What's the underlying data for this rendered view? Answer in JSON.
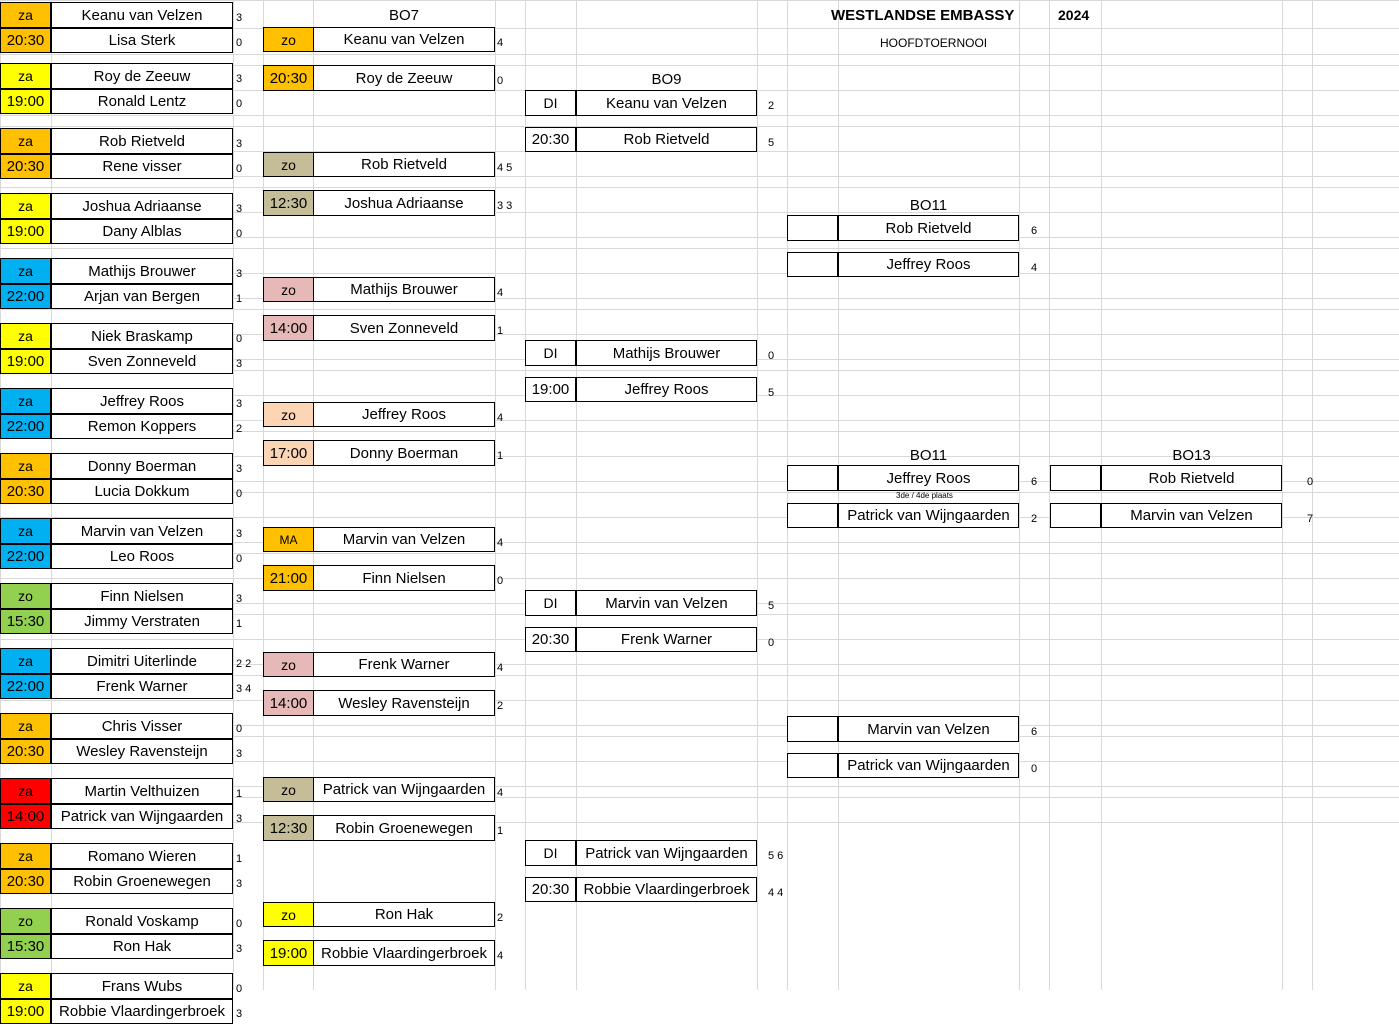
{
  "title": "WESTLANDSE EMBASSY",
  "year": "2024",
  "subtitle": "HOOFDTOERNOOI",
  "colors": {
    "yellow": "#ffff00",
    "orange": "#ffc000",
    "blue": "#00b0f0",
    "green": "#92d050",
    "red": "#ff0000",
    "tan": "#c4bd97",
    "pink": "#e6b8b7",
    "peach": "#fcd5b4",
    "white": "#ffffff",
    "gridline": "#d9d9d9"
  },
  "round1": [
    {
      "day": "za",
      "time": "20:30",
      "day_color": "orange",
      "time_color": "orange",
      "p1": "Keanu van Velzen",
      "s1": "3",
      "p2": "Lisa Sterk",
      "s2": "0"
    },
    {
      "day": "za",
      "time": "19:00",
      "day_color": "yellow",
      "time_color": "yellow",
      "p1": "Roy de Zeeuw",
      "s1": "3",
      "p2": "Ronald Lentz",
      "s2": "0"
    },
    {
      "day": "za",
      "time": "20:30",
      "day_color": "orange",
      "time_color": "orange",
      "p1": "Rob Rietveld",
      "s1": "3",
      "p2": "Rene visser",
      "s2": "0"
    },
    {
      "day": "za",
      "time": "19:00",
      "day_color": "yellow",
      "time_color": "yellow",
      "p1": "Joshua Adriaanse",
      "s1": "3",
      "p2": "Dany Alblas",
      "s2": "0"
    },
    {
      "day": "za",
      "time": "22:00",
      "day_color": "blue",
      "time_color": "blue",
      "p1": "Mathijs Brouwer",
      "s1": "3",
      "p2": "Arjan van Bergen",
      "s2": "1"
    },
    {
      "day": "za",
      "time": "19:00",
      "day_color": "yellow",
      "time_color": "yellow",
      "p1": "Niek Braskamp",
      "s1": "0",
      "p2": "Sven Zonneveld",
      "s2": "3"
    },
    {
      "day": "za",
      "time": "22:00",
      "day_color": "blue",
      "time_color": "blue",
      "p1": "Jeffrey Roos",
      "s1": "3",
      "p2": "Remon Koppers",
      "s2": "2"
    },
    {
      "day": "za",
      "time": "20:30",
      "day_color": "orange",
      "time_color": "orange",
      "p1": "Donny Boerman",
      "s1": "3",
      "p2": "Lucia Dokkum",
      "s2": "0"
    },
    {
      "day": "za",
      "time": "22:00",
      "day_color": "blue",
      "time_color": "blue",
      "p1": "Marvin van Velzen",
      "s1": "3",
      "p2": "Leo Roos",
      "s2": "0"
    },
    {
      "day": "zo",
      "time": "15:30",
      "day_color": "green",
      "time_color": "green",
      "p1": "Finn Nielsen",
      "s1": "3",
      "p2": "Jimmy Verstraten",
      "s2": "1"
    },
    {
      "day": "za",
      "time": "22:00",
      "day_color": "blue",
      "time_color": "blue",
      "p1": "Dimitri Uiterlinde",
      "s1": "2 2",
      "p2": "Frenk Warner",
      "s2": "3 4"
    },
    {
      "day": "za",
      "time": "20:30",
      "day_color": "orange",
      "time_color": "orange",
      "p1": "Chris Visser",
      "s1": "0",
      "p2": "Wesley Ravensteijn",
      "s2": "3"
    },
    {
      "day": "za",
      "time": "14:00",
      "day_color": "red",
      "time_color": "red",
      "p1": "Martin Velthuizen",
      "s1": "1",
      "p2": "Patrick van Wijngaarden",
      "s2": "3"
    },
    {
      "day": "za",
      "time": "20:30",
      "day_color": "orange",
      "time_color": "orange",
      "p1": "Romano Wieren",
      "s1": "1",
      "p2": "Robin Groenewegen",
      "s2": "3"
    },
    {
      "day": "zo",
      "time": "15:30",
      "day_color": "green",
      "time_color": "green",
      "p1": "Ronald Voskamp",
      "s1": "0",
      "p2": "Ron Hak",
      "s2": "3"
    },
    {
      "day": "za",
      "time": "19:00",
      "day_color": "yellow",
      "time_color": "yellow",
      "p1": "Frans Wubs",
      "s1": "0",
      "p2": "Robbie Vlaardingerbroek",
      "s2": "3"
    }
  ],
  "round2": {
    "header": "BO7",
    "matches": [
      {
        "day": "zo",
        "time": "20:30",
        "day_color": "orange",
        "time_color": "orange",
        "p1": "Keanu van Velzen",
        "s1": "4",
        "p2": "Roy de Zeeuw",
        "s2": "0"
      },
      {
        "day": "zo",
        "time": "12:30",
        "day_color": "tan",
        "time_color": "tan",
        "p1": "Rob Rietveld",
        "s1": "4 5",
        "p2": "Joshua Adriaanse",
        "s2": "3 3"
      },
      {
        "day": "zo",
        "time": "14:00",
        "day_color": "pink",
        "time_color": "pink",
        "p1": "Mathijs Brouwer",
        "s1": "4",
        "p2": "Sven Zonneveld",
        "s2": "1"
      },
      {
        "day": "zo",
        "time": "17:00",
        "day_color": "peach",
        "time_color": "peach",
        "p1": "Jeffrey Roos",
        "s1": "4",
        "p2": "Donny Boerman",
        "s2": "1"
      },
      {
        "day": "MA",
        "time": "21:00",
        "day_color": "orange",
        "time_color": "orange",
        "p1": "Marvin van Velzen",
        "s1": "4",
        "p2": "Finn Nielsen",
        "s2": "0"
      },
      {
        "day": "zo",
        "time": "14:00",
        "day_color": "pink",
        "time_color": "pink",
        "p1": "Frenk Warner",
        "s1": "4",
        "p2": "Wesley Ravensteijn",
        "s2": "2"
      },
      {
        "day": "zo",
        "time": "12:30",
        "day_color": "tan",
        "time_color": "tan",
        "p1": "Patrick van Wijngaarden",
        "s1": "4",
        "p2": "Robin Groenewegen",
        "s2": "1"
      },
      {
        "day": "zo",
        "time": "19:00",
        "day_color": "yellow",
        "time_color": "yellow",
        "p1": "Ron Hak",
        "s1": "2",
        "p2": "Robbie Vlaardingerbroek",
        "s2": "4"
      }
    ]
  },
  "round3": {
    "header": "BO9",
    "matches": [
      {
        "day": "DI",
        "time": "20:30",
        "p1": "Keanu van Velzen",
        "s1": "2",
        "p2": "Rob Rietveld",
        "s2": "5"
      },
      {
        "day": "DI",
        "time": "19:00",
        "p1": "Mathijs Brouwer",
        "s1": "0",
        "p2": "Jeffrey Roos",
        "s2": "5"
      },
      {
        "day": "DI",
        "time": "20:30",
        "p1": "Marvin van Velzen",
        "s1": "5",
        "p2": "Frenk Warner",
        "s2": "0"
      },
      {
        "day": "DI",
        "time": "20:30",
        "p1": "Patrick van Wijngaarden",
        "s1": "5 6",
        "p2": "Robbie Vlaardingerbroek",
        "s2": "4 4"
      }
    ]
  },
  "round4": {
    "header": "BO11",
    "matches": [
      {
        "p1": "Rob Rietveld",
        "s1": "6",
        "p2": "Jeffrey Roos",
        "s2": "4"
      },
      {
        "p1": "Marvin van Velzen",
        "s1": "6",
        "p2": "Patrick van Wijngaarden",
        "s2": "0"
      }
    ]
  },
  "third_place": {
    "header": "BO11",
    "note": "3de / 4de plaats",
    "p1": "Jeffrey Roos",
    "s1": "6",
    "p2": "Patrick van Wijngaarden",
    "s2": "2"
  },
  "final": {
    "header": "BO13",
    "p1": "Rob Rietveld",
    "s1": "0",
    "p2": "Marvin van Velzen",
    "s2": "7"
  }
}
